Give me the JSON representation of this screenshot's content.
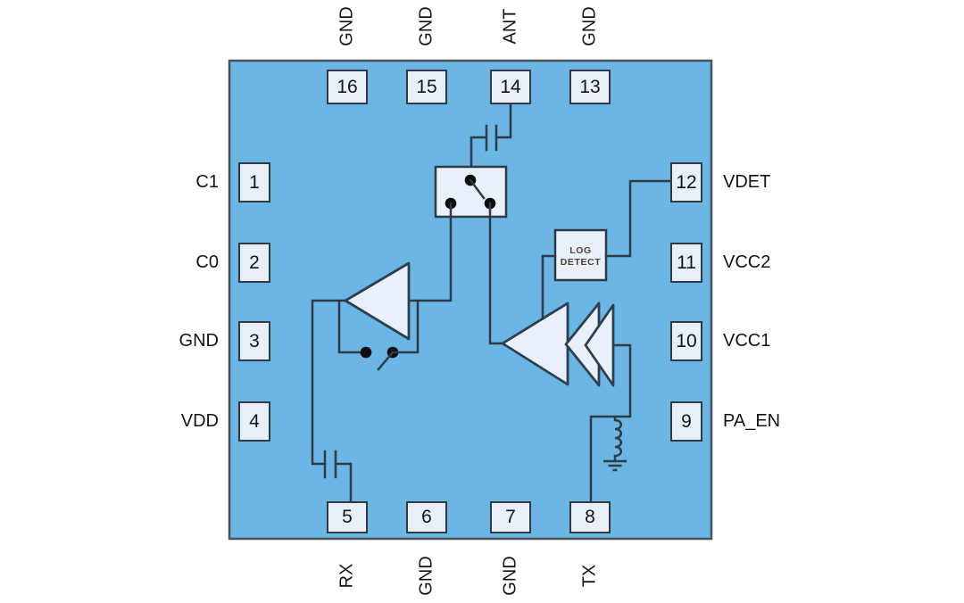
{
  "chip": {
    "pins": {
      "top": [
        {
          "number": "16",
          "label": "GND"
        },
        {
          "number": "15",
          "label": "GND"
        },
        {
          "number": "14",
          "label": "ANT"
        },
        {
          "number": "13",
          "label": "GND"
        }
      ],
      "left": [
        {
          "number": "1",
          "label": "C1"
        },
        {
          "number": "2",
          "label": "C0"
        },
        {
          "number": "3",
          "label": "GND"
        },
        {
          "number": "4",
          "label": "VDD"
        }
      ],
      "right": [
        {
          "number": "12",
          "label": "VDET"
        },
        {
          "number": "11",
          "label": "VCC2"
        },
        {
          "number": "10",
          "label": "VCC1"
        },
        {
          "number": "9",
          "label": "PA_EN"
        }
      ],
      "bottom": [
        {
          "number": "5",
          "label": "RX"
        },
        {
          "number": "6",
          "label": "GND"
        },
        {
          "number": "7",
          "label": "GND"
        },
        {
          "number": "8",
          "label": "TX"
        }
      ]
    },
    "blocks": {
      "log_detect": {
        "line1": "LOG",
        "line2": "DETECT"
      }
    }
  },
  "colors": {
    "chip_fill": "#6cb6e6",
    "pin_fill": "#e9eff7",
    "block_fill": "#e9f0f9",
    "line_color": "#2e3b44",
    "tri_stroke": "#2d4050",
    "dot_color": "#0d0d0d",
    "log_text_color": "#4e4238",
    "label_color": "#111418"
  }
}
